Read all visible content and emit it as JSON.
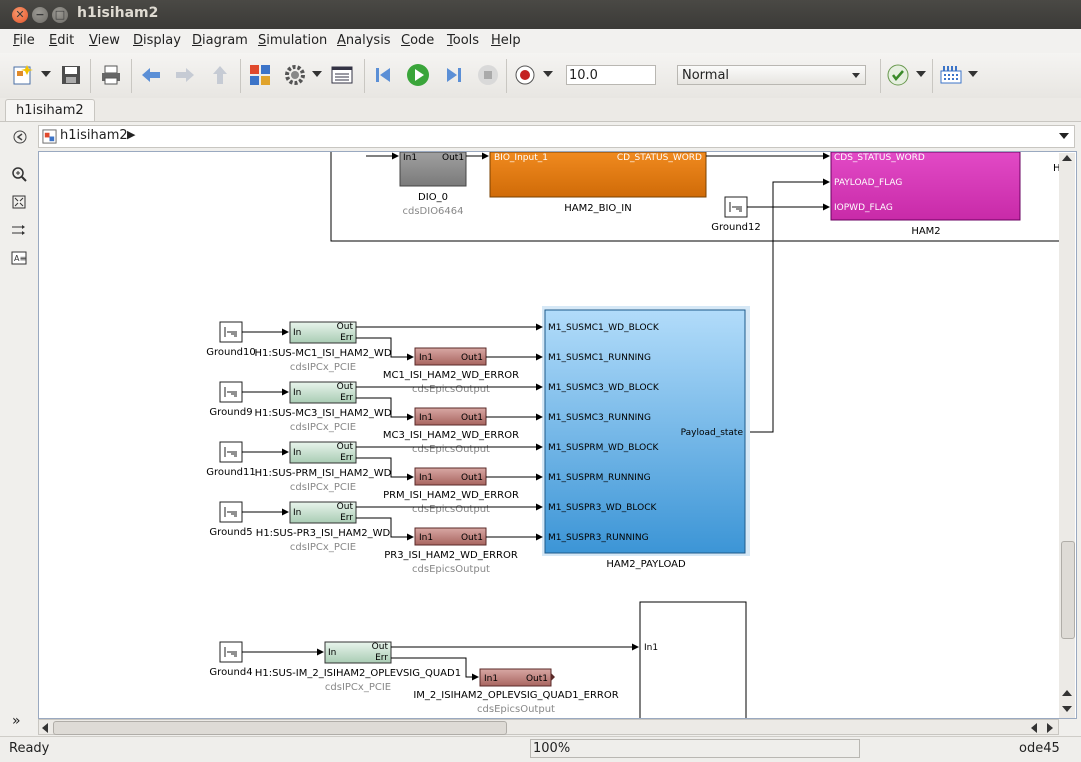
{
  "window": {
    "title": "h1isiham2"
  },
  "menu": [
    "File",
    "Edit",
    "View",
    "Display",
    "Diagram",
    "Simulation",
    "Analysis",
    "Code",
    "Tools",
    "Help"
  ],
  "toolbar": {
    "stop_time": "10.0",
    "sim_mode": "Normal"
  },
  "tab": {
    "label": "h1isiham2"
  },
  "breadcrumb": {
    "model": "h1isiham2"
  },
  "status": {
    "ready": "Ready",
    "zoom": "100%",
    "solver": "ode45"
  },
  "colors": {
    "orange_block": "#e07b12",
    "magenta_block": "#d63ab8",
    "blue_block": "#4aa3e0",
    "ipc_block": "#cfe6d6",
    "epics_block": "#c0807c",
    "grey_block": "#8a8a8a"
  },
  "diagram": {
    "dio": {
      "in": "In1",
      "out": "Out1",
      "name": "DIO_0",
      "lib": "cdsDIO6464"
    },
    "bio": {
      "in": "BIO_Input_1",
      "out": "CD_STATUS_WORD",
      "name": "HAM2_BIO_IN"
    },
    "ham2": {
      "ports": [
        "CDS_STATUS_WORD",
        "PAYLOAD_FLAG",
        "IOPWD_FLAG"
      ],
      "name": "HAM2"
    },
    "ground12": "Ground12",
    "h_label": "H",
    "ipc_in": "In",
    "ipc_out": "Out",
    "ipc_err": "Err",
    "epics_in": "In1",
    "epics_out": "Out1",
    "ipc_lib": "cdsIPCx_PCIE",
    "epics_lib": "cdsEpicsOutput",
    "rows": [
      {
        "ground": "Ground10",
        "ipc": "H1:SUS-MC1_ISI_HAM2_WD",
        "err": "MC1_ISI_HAM2_WD_ERROR"
      },
      {
        "ground": "Ground9",
        "ipc": "H1:SUS-MC3_ISI_HAM2_WD",
        "err": "MC3_ISI_HAM2_WD_ERROR"
      },
      {
        "ground": "Ground11",
        "ipc": "H1:SUS-PRM_ISI_HAM2_WD",
        "err": "PRM_ISI_HAM2_WD_ERROR"
      },
      {
        "ground": "Ground5",
        "ipc": "H1:SUS-PR3_ISI_HAM2_WD",
        "err": "PR3_ISI_HAM2_WD_ERROR"
      }
    ],
    "payload": {
      "ports": [
        "M1_SUSMC1_WD_BLOCK",
        "M1_SUSMC1_RUNNING",
        "M1_SUSMC3_WD_BLOCK",
        "M1_SUSMC3_RUNNING",
        "M1_SUSPRM_WD_BLOCK",
        "M1_SUSPRM_RUNNING",
        "M1_SUSPR3_WD_BLOCK",
        "M1_SUSPR3_RUNNING"
      ],
      "out": "Payload_state",
      "name": "HAM2_PAYLOAD"
    },
    "quad": {
      "ground": "Ground4",
      "ipc": "H1:SUS-IM_2_ISIHAM2_OPLEVSIG_QUAD1",
      "err": "IM_2_ISIHAM2_OPLEVSIG_QUAD1_ERROR",
      "sub_in": "In1"
    }
  }
}
